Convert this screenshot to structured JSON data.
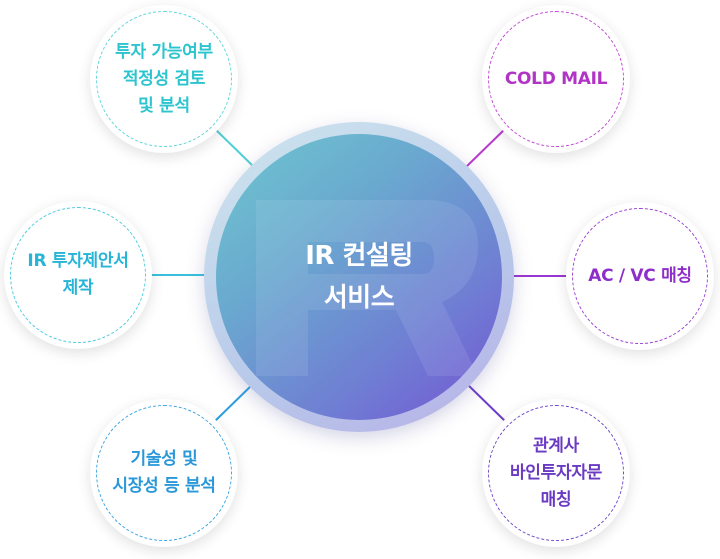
{
  "center": {
    "lines": [
      "IR 컨설팅",
      "서비스"
    ]
  },
  "nodes": {
    "investment_review": {
      "lines": [
        "투자 가능여부",
        "적정성 검토",
        "및 분석"
      ],
      "color": "#2bc4cf"
    },
    "ir_proposal": {
      "lines": [
        "IR 투자제안서",
        "제작"
      ],
      "color": "#27b4d6"
    },
    "tech_market": {
      "lines": [
        "기술성 및",
        "시장성 등 분석"
      ],
      "color": "#2a98d8"
    },
    "cold_mail": {
      "lines": [
        "COLD MAIL"
      ],
      "color": "#b234c6"
    },
    "acvc": {
      "lines": [
        "AC / VC 매칭"
      ],
      "color": "#8e2ec8"
    },
    "affiliate": {
      "lines": [
        "관계사",
        "바인투자자문",
        "매칭"
      ],
      "color": "#6a3ac2"
    }
  }
}
